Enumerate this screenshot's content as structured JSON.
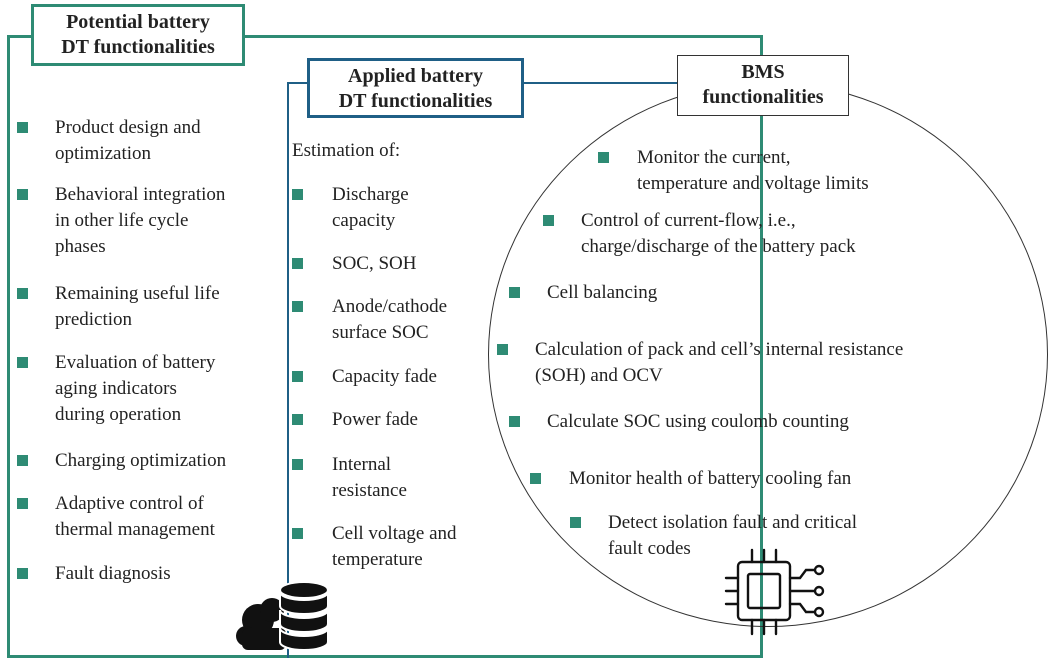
{
  "potential": {
    "title_line1": "Potential battery",
    "title_line2": "DT functionalities",
    "items": [
      {
        "line1": "Product design  and",
        "line2": "optimization",
        "line3": ""
      },
      {
        "line1": "Behavioral  integration",
        "line2": "in other life cycle",
        "line3": "phases"
      },
      {
        "line1": "Remaining  useful  life",
        "line2": "prediction",
        "line3": ""
      },
      {
        "line1": "Evaluation  of battery",
        "line2": "aging indicators",
        "line3": "during operation"
      },
      {
        "line1": "Charging optimization",
        "line2": "",
        "line3": ""
      },
      {
        "line1": "Adaptive  control of",
        "line2": "thermal management",
        "line3": ""
      },
      {
        "line1": "Fault  diagnosis",
        "line2": "",
        "line3": ""
      }
    ]
  },
  "applied": {
    "title_line1": "Applied battery",
    "title_line2": "DT functionalities",
    "intro": "Estimation of:",
    "items": [
      {
        "line1": "Discharge",
        "line2": "capacity"
      },
      {
        "line1": "SOC, SOH",
        "line2": ""
      },
      {
        "line1": "Anode/cathode",
        "line2": "surface SOC"
      },
      {
        "line1": "Capacity fade",
        "line2": ""
      },
      {
        "line1": "Power fade",
        "line2": ""
      },
      {
        "line1": "Internal",
        "line2": "resistance"
      },
      {
        "line1": "Cell voltage  and",
        "line2": "temperature"
      }
    ]
  },
  "bms": {
    "title_line1": "BMS",
    "title_line2": "functionalities",
    "items": [
      {
        "line1": "Monitor  the current,",
        "line2": "temperature  and voltage limits"
      },
      {
        "line1": "Control of current-flow,  i.e.,",
        "line2": "charge/discharge  of the battery pack"
      },
      {
        "line1": "Cell balancing",
        "line2": ""
      },
      {
        "line1": "Calculation  of pack and cell’s internal resistance",
        "line2": "(SOH) and OCV"
      },
      {
        "line1": "Calculate  SOC using  coulomb  counting",
        "line2": ""
      },
      {
        "line1": "Monitor  health of battery cooling fan",
        "line2": ""
      },
      {
        "line1": "Detect isolation  fault and critical",
        "line2": "fault codes"
      }
    ]
  },
  "colors": {
    "green": "#2e8b74",
    "blue": "#1f5f86",
    "dark": "#333333"
  },
  "icons": [
    "cloud-database-icon",
    "chip-icon"
  ]
}
